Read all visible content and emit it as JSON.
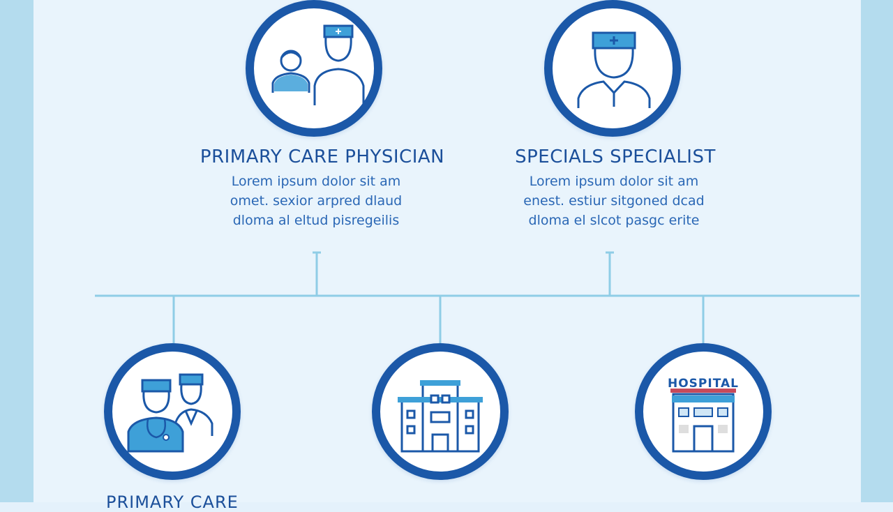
{
  "top_nodes": [
    {
      "title": "PRIMARY CARE PHYSICIAN",
      "desc": [
        "Lorem ipsum dolor sit am",
        "omet. sexior arpred dlaud",
        "dloma al eltud pisregeilis"
      ],
      "icon": "doctor-and-patient-icon"
    },
    {
      "title": "SPECIALS SPECIALIST",
      "desc": [
        "Lorem ipsum dolor sit am",
        "enest. estiur sitgoned dcad",
        "dloma el slcot pasgc erite"
      ],
      "icon": "specialist-doctor-icon"
    }
  ],
  "bottom_nodes": [
    {
      "icon": "medical-team-icon"
    },
    {
      "icon": "hospital-building-icon"
    },
    {
      "icon": "clinic-building-icon",
      "sign_text": "HOSPITAL"
    }
  ],
  "bottom_cut_title": "PRIMARY CARE",
  "colors": {
    "ring": "#1b58a8",
    "accent": "#3ea0d8",
    "line": "#8fcde6",
    "text": "#1b4f9a"
  }
}
